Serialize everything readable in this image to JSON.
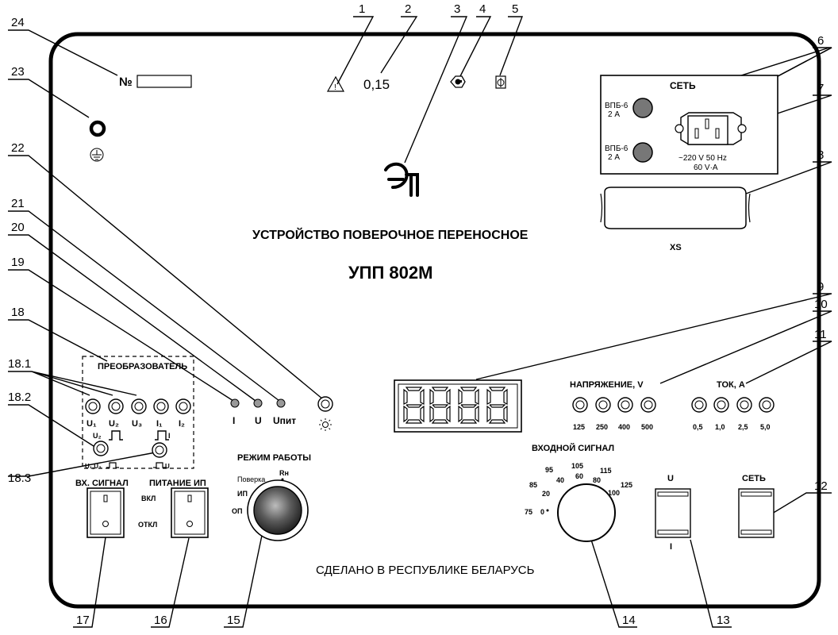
{
  "callouts": [
    {
      "id": "1",
      "label": "1"
    },
    {
      "id": "2",
      "label": "2"
    },
    {
      "id": "3",
      "label": "3"
    },
    {
      "id": "4",
      "label": "4"
    },
    {
      "id": "5",
      "label": "5"
    },
    {
      "id": "6",
      "label": "6"
    },
    {
      "id": "7",
      "label": "7"
    },
    {
      "id": "8",
      "label": "8"
    },
    {
      "id": "9",
      "label": "9"
    },
    {
      "id": "10",
      "label": "10"
    },
    {
      "id": "11",
      "label": "11"
    },
    {
      "id": "12",
      "label": "12"
    },
    {
      "id": "13",
      "label": "13"
    },
    {
      "id": "14",
      "label": "14"
    },
    {
      "id": "15",
      "label": "15"
    },
    {
      "id": "16",
      "label": "16"
    },
    {
      "id": "17",
      "label": "17"
    },
    {
      "id": "18",
      "label": "18"
    },
    {
      "id": "18_1",
      "label": "18.1"
    },
    {
      "id": "18_2",
      "label": "18.2"
    },
    {
      "id": "18_3",
      "label": "18.3"
    },
    {
      "id": "19",
      "label": "19"
    },
    {
      "id": "20",
      "label": "20"
    },
    {
      "id": "21",
      "label": "21"
    },
    {
      "id": "22",
      "label": "22"
    },
    {
      "id": "23",
      "label": "23"
    },
    {
      "id": "24",
      "label": "24"
    }
  ],
  "panel": {
    "serial_label": "№",
    "accuracy": "0,15",
    "title": "УСТРОЙСТВО ПОВЕРОЧНОЕ ПЕРЕНОСНОЕ",
    "model": "УПП 802М",
    "made_in": "СДЕЛАНО В РЕСПУБЛИКЕ БЕЛАРУСЬ"
  },
  "mains": {
    "title": "СЕТЬ",
    "fuse1_label": "ВПБ-6",
    "fuse1_rating": "2 А",
    "fuse2_label": "ВПБ-6",
    "fuse2_rating": "2 А",
    "spec1": "~220 V   50 Hz",
    "spec2": "60 V·A",
    "xs_label": "XS"
  },
  "converter": {
    "title": "ПРЕОБРАЗОВАТЕЛЬ",
    "terminals": [
      "U₁",
      "U₂",
      "U₃",
      "I₁",
      "I₂"
    ],
    "u2_label": "U₂",
    "i_label": "I",
    "u1u3_label": "U₁,U₃",
    "u_label": "U"
  },
  "indicators": {
    "led_i": "I",
    "led_u": "U",
    "led_upit": "Uпит"
  },
  "voltage": {
    "title": "НАПРЯЖЕНИЕ, V",
    "values": [
      "125",
      "250",
      "400",
      "500"
    ]
  },
  "current": {
    "title": "ТОК, А",
    "values": [
      "0,5",
      "1,0",
      "2,5",
      "5,0"
    ]
  },
  "input_signal": {
    "title": "ВХОДНОЙ СИГНАЛ",
    "scale": [
      "75",
      "0",
      "20",
      "85",
      "40",
      "95",
      "60",
      "105",
      "80",
      "115",
      "100",
      "125"
    ]
  },
  "mode": {
    "title": "РЕЖИМ РАБОТЫ",
    "positions": [
      "ОП",
      "ИП",
      "Поверка",
      "Rн"
    ]
  },
  "switches": {
    "vx_signal": "ВХ. СИГНАЛ",
    "pitanie": "ПИТАНИЕ ИП",
    "on": "ВКЛ",
    "off": "ОТКЛ",
    "ui_top": "U",
    "ui_bottom": "I",
    "set": "СЕТЬ"
  }
}
